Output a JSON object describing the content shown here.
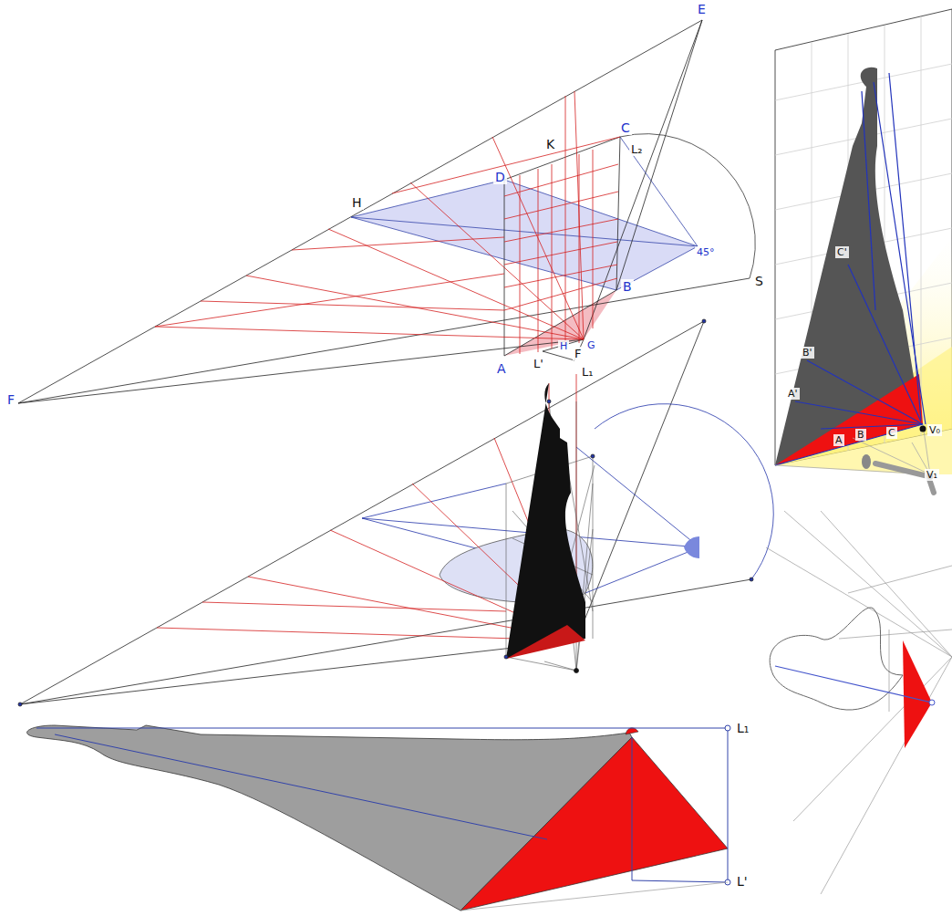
{
  "diagram": {
    "labels": [
      "E",
      "C",
      "K",
      "L₂",
      "D",
      "H",
      "45°",
      "S",
      "B",
      "F",
      "G",
      "H",
      "A",
      "L'",
      "L₁",
      "F",
      "C'",
      "B'",
      "A'",
      "A",
      "B",
      "C",
      "V₀",
      "V₁",
      "L₁",
      "L'"
    ]
  }
}
